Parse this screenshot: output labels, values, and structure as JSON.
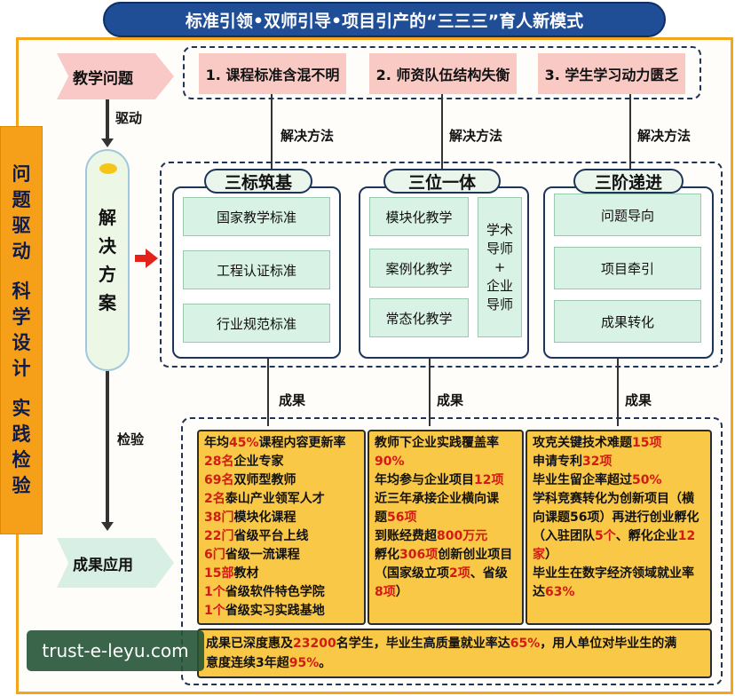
{
  "title": "标准引领•双师引导•项目引产的“三三三”育人新模式",
  "side_bar": {
    "line1": "问题驱动",
    "line2": "科学设计",
    "line3": "实践检验"
  },
  "left": {
    "problem_tag": "教学问题",
    "drive_label": "驱动",
    "solution": [
      "解",
      "决",
      "方",
      "案"
    ],
    "check_label": "检验",
    "result_tag": "成果应用"
  },
  "problems": [
    "1. 课程标准含混不明",
    "2. 师资队伍结构失衡",
    "3. 学生学习动力匮乏"
  ],
  "method_label": "解决方法",
  "result_label": "成果",
  "panels": [
    {
      "title": "三标筑基",
      "items": [
        "国家教学标准",
        "工程认证标准",
        "行业规范标准"
      ]
    },
    {
      "title": "三位一体",
      "items": [
        "模块化教学",
        "案例化教学",
        "常态化教学"
      ],
      "side": [
        "学术",
        "导师",
        "+",
        "企业",
        "导师"
      ]
    },
    {
      "title": "三阶递进",
      "items": [
        "问题导向",
        "项目牵引",
        "成果转化"
      ]
    }
  ],
  "results": {
    "col1": [
      {
        "parts": [
          [
            "年均",
            ""
          ],
          [
            "45%",
            "red"
          ],
          [
            "课程内容更新率",
            ""
          ]
        ]
      },
      {
        "parts": [
          [
            "28名",
            "red"
          ],
          [
            "企业专家",
            ""
          ]
        ]
      },
      {
        "parts": [
          [
            "69名",
            "red"
          ],
          [
            "双师型教师",
            ""
          ]
        ]
      },
      {
        "parts": [
          [
            "2名",
            "red"
          ],
          [
            "泰山产业领军人才",
            ""
          ]
        ]
      },
      {
        "parts": [
          [
            "38门",
            "red"
          ],
          [
            "模块化课程",
            ""
          ]
        ]
      },
      {
        "parts": [
          [
            "22门",
            "red"
          ],
          [
            "省级平台上线",
            ""
          ]
        ]
      },
      {
        "parts": [
          [
            "6门",
            "red"
          ],
          [
            "省级一流课程",
            ""
          ]
        ]
      },
      {
        "parts": [
          [
            "15部",
            "red"
          ],
          [
            "教材",
            ""
          ]
        ]
      },
      {
        "parts": [
          [
            "1个",
            "red"
          ],
          [
            "省级软件特色学院",
            ""
          ]
        ]
      },
      {
        "parts": [
          [
            "1个",
            "red"
          ],
          [
            "省级实习实践基地",
            ""
          ]
        ]
      }
    ],
    "col2": [
      {
        "parts": [
          [
            "教师下企业实践覆盖率",
            ""
          ]
        ]
      },
      {
        "parts": [
          [
            "90%",
            "red"
          ]
        ]
      },
      {
        "parts": [
          [
            "年均参与企业项目",
            ""
          ],
          [
            "12项",
            "red"
          ]
        ]
      },
      {
        "parts": [
          [
            "近三年承接企业横向课",
            ""
          ]
        ]
      },
      {
        "parts": [
          [
            "题",
            ""
          ],
          [
            "56项",
            "red"
          ]
        ]
      },
      {
        "parts": [
          [
            "到账经费超",
            ""
          ],
          [
            "800万元",
            "red"
          ]
        ]
      },
      {
        "parts": [
          [
            "孵化",
            ""
          ],
          [
            "306项",
            "red"
          ],
          [
            "创新创业项目",
            ""
          ]
        ]
      },
      {
        "parts": [
          [
            "（国家级立项",
            ""
          ],
          [
            "2项",
            "red"
          ],
          [
            "、省级",
            ""
          ]
        ]
      },
      {
        "parts": [
          [
            "8项",
            "red"
          ],
          [
            "）",
            ""
          ]
        ]
      }
    ],
    "col3": [
      {
        "parts": [
          [
            "攻克关键技术难题",
            ""
          ],
          [
            "15项",
            "red"
          ]
        ]
      },
      {
        "parts": [
          [
            "申请专利",
            ""
          ],
          [
            "32项",
            "red"
          ]
        ]
      },
      {
        "parts": [
          [
            "毕业生留企率超过",
            ""
          ],
          [
            "50%",
            "red"
          ]
        ]
      },
      {
        "parts": [
          [
            "学科竞赛转化为创新项目（横",
            ""
          ]
        ]
      },
      {
        "parts": [
          [
            "向课题56项）再进行创业孵化",
            ""
          ]
        ]
      },
      {
        "parts": [
          [
            "（入驻团队",
            ""
          ],
          [
            "5个",
            "red"
          ],
          [
            "、孵化企业",
            ""
          ],
          [
            "12",
            "red"
          ]
        ]
      },
      {
        "parts": [
          [
            "家",
            "red"
          ],
          [
            "）",
            ""
          ]
        ]
      },
      {
        "parts": [
          [
            "毕业生在数字经济领域就业率",
            ""
          ]
        ]
      },
      {
        "parts": [
          [
            "达",
            ""
          ],
          [
            "63%",
            "red"
          ]
        ]
      }
    ],
    "summary_line1": [
      [
        "成果已深度惠及",
        ""
      ],
      [
        "23200",
        "red"
      ],
      [
        "名学生，毕业生高质量就业率达",
        ""
      ],
      [
        "65%",
        "red"
      ],
      [
        "，用人单位对毕业生的满",
        ""
      ]
    ],
    "summary_line2": [
      [
        "意度连续3年超",
        ""
      ],
      [
        "95%",
        "red"
      ],
      [
        "。",
        ""
      ]
    ]
  },
  "watermark": "trust-e-leyu.com"
}
